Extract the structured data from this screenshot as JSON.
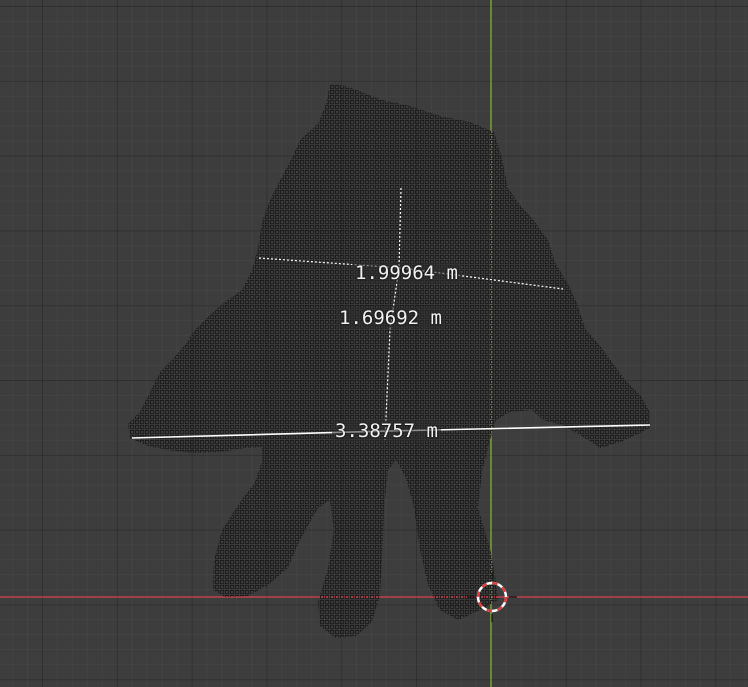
{
  "view": "front-orthographic",
  "colors": {
    "background": "#3d3d3d",
    "x_axis": "#c0404a",
    "z_axis": "#7eab2f",
    "mesh_wire": "#1c1c1c",
    "measure_line": "#ffffff",
    "label_text": "#f2f2f2",
    "cursor_ring": "#d94040"
  },
  "measurements": [
    {
      "id": "width-top",
      "label": "1.99964 m"
    },
    {
      "id": "height",
      "label": "1.69692 m"
    },
    {
      "id": "width-bottom",
      "label": "3.38757 m"
    }
  ],
  "cursor": {
    "icon": "3d-cursor-icon"
  },
  "mesh": {
    "icon": "suzanne-mesh-icon",
    "display": "wireframe-dense"
  }
}
